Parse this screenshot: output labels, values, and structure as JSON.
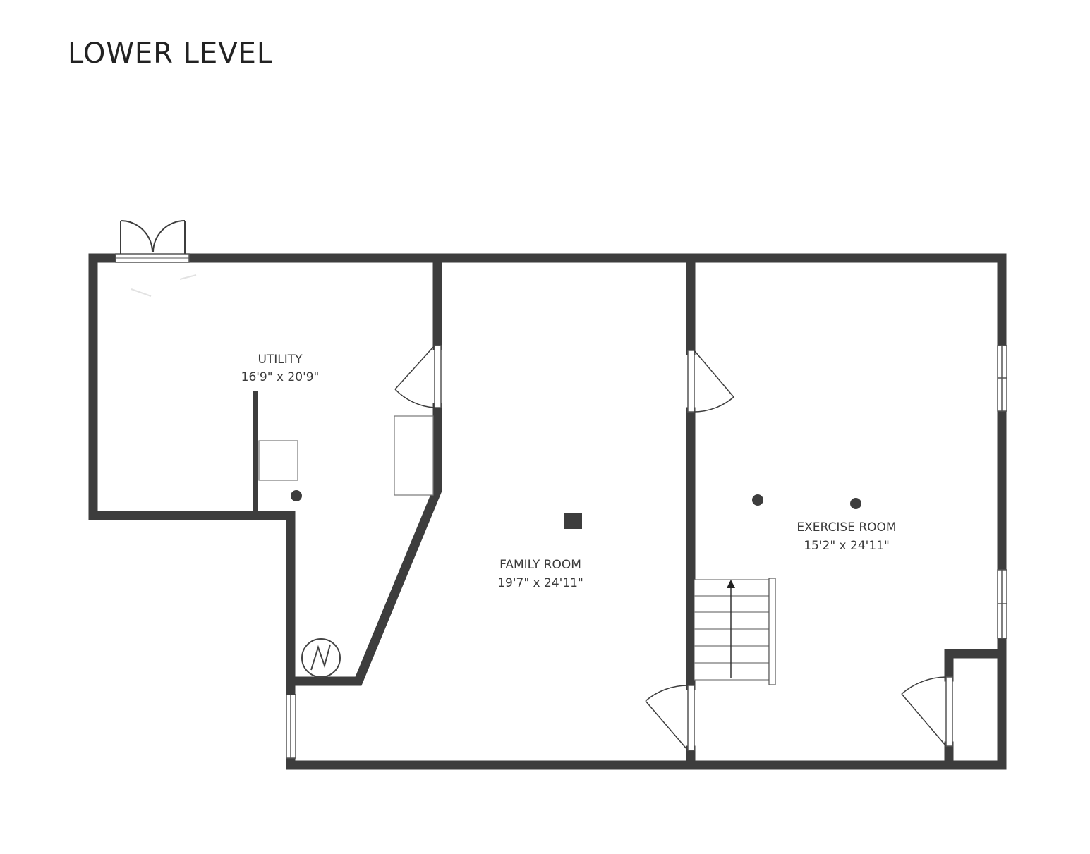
{
  "title": "LOWER LEVEL",
  "colors": {
    "wall": "#3d3d3d",
    "background": "#ffffff",
    "fixture_outline": "#555555",
    "label_text": "#3a3a3a"
  },
  "rooms": [
    {
      "name": "UTILITY",
      "dimensions": "16'9\" x 20'9\""
    },
    {
      "name": "FAMILY ROOM",
      "dimensions": "19'7\" x 24'11\""
    },
    {
      "name": "EXERCISE ROOM",
      "dimensions": "15'2\" x 24'11\""
    }
  ],
  "symbols": {
    "stairs": "stairs-up-arrow",
    "water_heater": "water-heater-icon",
    "double_door": "double-door-icon"
  }
}
